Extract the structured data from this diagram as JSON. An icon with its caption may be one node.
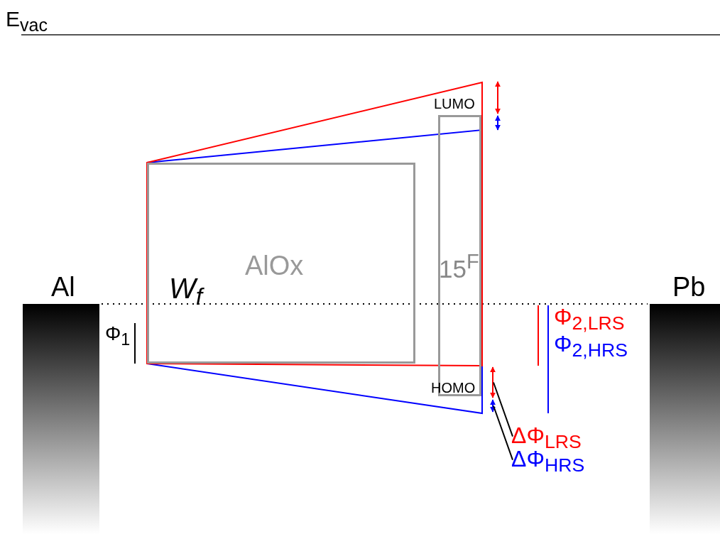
{
  "diagram": {
    "nodes": [
      {
        "text": [
          "Al"
        ]
      },
      {
        "text": [
          "AlOx"
        ]
      },
      {
        "text": [
          "15$^{F}$",
          "HOMO"
        ],
        "beside": [
          "LUMO"
        ]
      },
      {
        "text": [],
        "shape": "bar"
      },
      {
        "text": [],
        "shape": "bar"
      },
      {
        "text": [
          "ΔΦ$_{LRS}$"
        ]
      },
      {
        "text": [
          "ΔΦ$_{HRS}$"
        ]
      },
      {
        "text": [
          "Pb"
        ]
      }
    ],
    "edges": [
      {
        "from": 5,
        "to": 3,
        "arrow": "none"
      },
      {
        "from": 6,
        "to": 4,
        "arrow": "none"
      }
    ],
    "labels": [
      "E$_{vac}$",
      "W$_{f}$",
      "Φ$_{1}$",
      "Φ$_{2,LRS}$",
      "Φ$_{2,HRS}$"
    ]
  }
}
